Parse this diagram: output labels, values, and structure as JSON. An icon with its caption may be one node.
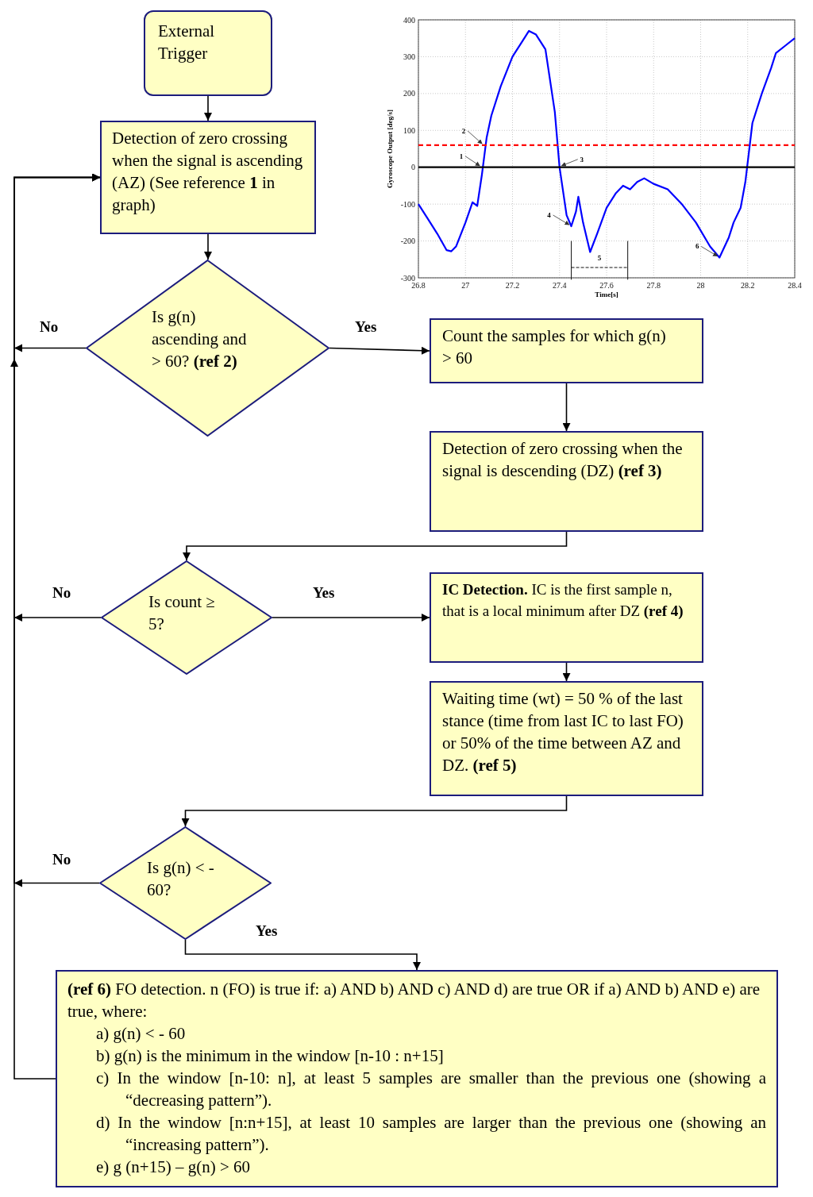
{
  "diagram": {
    "nodes": [
      {
        "text": [
          "External Trigger"
        ]
      },
      {
        "text": [
          "Detection of zero crossing when the signal is ascending (AZ) (See reference **1** in graph)"
        ]
      },
      {
        "text": [
          "Is g(n) ascending and > 60? **(ref 2)**"
        ]
      },
      {
        "text": [
          "Count the samples for which g(n) > 60"
        ]
      },
      {
        "text": [
          "Detection of zero crossing when the signal is descending (DZ) **(ref 3)**"
        ]
      },
      {
        "text": [
          "Is count ≥ 5?"
        ]
      },
      {
        "text": [
          "**IC Detection.** IC is the first sample n, that is a local minimum after DZ **(ref 4)**"
        ]
      },
      {
        "text": [
          "Waiting time (wt) = 50 % of the last stance (time from last IC to last FO) or 50% of the time between AZ and DZ. **(ref 5)**"
        ]
      },
      {
        "text": [
          "Is g(n) < - 60?"
        ]
      },
      {
        "text": [
          "**(ref 6)** FO detection. n (FO) is true if: a) AND b) AND c) AND d) are true OR if a) AND b) AND e) are true, where:",
          "a) g(n) < - 60",
          "b) g(n) is the minimum in the window [n-10 : n+15]",
          "c) In the window [n-10: n], at least 5 samples are smaller than the previous one (showing a “decreasing pattern”).",
          "d) In the window [n:n+15], at least 10 samples are larger than the previous one (showing an “increasing pattern”).",
          "e) g (n+15) – g(n) > 60"
        ]
      }
    ],
    "edges": [
      {
        "from": 0,
        "to": 1,
        "arrow": "to"
      },
      {
        "from": 1,
        "to": 2,
        "arrow": "to"
      },
      {
        "from": 2,
        "to": 3,
        "arrow": "to",
        "label": "Yes"
      },
      {
        "from": 2,
        "to": 1,
        "arrow": "to",
        "label": "No"
      },
      {
        "from": 3,
        "to": 4,
        "arrow": "to"
      },
      {
        "from": 4,
        "to": 5,
        "arrow": "to"
      },
      {
        "from": 5,
        "to": 6,
        "arrow": "to",
        "label": "Yes"
      },
      {
        "from": 5,
        "to": 1,
        "arrow": "to",
        "label": "No"
      },
      {
        "from": 6,
        "to": 7,
        "arrow": "to"
      },
      {
        "from": 7,
        "to": 8,
        "arrow": "to"
      },
      {
        "from": 8,
        "to": 9,
        "arrow": "to",
        "label": "Yes"
      },
      {
        "from": 8,
        "to": 1,
        "arrow": "to",
        "label": "No"
      },
      {
        "from": 9,
        "to": 1,
        "arrow": "to"
      }
    ],
    "chart_data": {
      "type": "line",
      "xlabel": "Time[s]",
      "ylabel": "Gyroscope Output [deg/s]",
      "xlim": [
        26.8,
        28.4
      ],
      "ylim": [
        -300,
        400
      ],
      "xticks": [
        26.8,
        27,
        27.2,
        27.4,
        27.6,
        27.8,
        28,
        28.2,
        28.4
      ],
      "yticks": [
        -300,
        -200,
        -100,
        0,
        100,
        200,
        300,
        400
      ],
      "x": [
        26.8,
        26.84,
        26.88,
        26.92,
        26.94,
        26.96,
        27.0,
        27.03,
        27.05,
        27.07,
        27.09,
        27.11,
        27.15,
        27.2,
        27.24,
        27.27,
        27.3,
        27.34,
        27.38,
        27.4,
        27.43,
        27.45,
        27.47,
        27.48,
        27.5,
        27.53,
        27.56,
        27.6,
        27.64,
        27.67,
        27.7,
        27.73,
        27.76,
        27.8,
        27.86,
        27.92,
        27.98,
        28.04,
        28.08,
        28.12,
        28.14,
        28.17,
        28.19,
        28.22,
        28.26,
        28.3,
        28.32,
        28.36,
        28.4
      ],
      "series": [
        {
          "color": "#0000ff",
          "values": [
            -100,
            -140,
            -180,
            -225,
            -228,
            -215,
            -150,
            -95,
            -105,
            -20,
            80,
            140,
            220,
            300,
            340,
            370,
            360,
            320,
            150,
            0,
            -130,
            -160,
            -120,
            -80,
            -150,
            -230,
            -180,
            -110,
            -70,
            -50,
            -60,
            -40,
            -30,
            -45,
            -60,
            -100,
            -150,
            -215,
            -245,
            -190,
            -150,
            -110,
            -40,
            120,
            200,
            270,
            310,
            330,
            350
          ]
        },
        {
          "color": "#ff0000",
          "line_style": "dashed",
          "values": [
            60,
            60,
            60,
            60,
            60,
            60,
            60,
            60,
            60,
            60,
            60,
            60,
            60,
            60,
            60,
            60,
            60,
            60,
            60,
            60,
            60,
            60,
            60,
            60,
            60,
            60,
            60,
            60,
            60,
            60,
            60,
            60,
            60,
            60,
            60,
            60,
            60,
            60,
            60,
            60,
            60,
            60,
            60,
            60,
            60,
            60,
            60,
            60,
            60
          ]
        },
        {
          "color": "#000000",
          "values": [
            0,
            0,
            0,
            0,
            0,
            0,
            0,
            0,
            0,
            0,
            0,
            0,
            0,
            0,
            0,
            0,
            0,
            0,
            0,
            0,
            0,
            0,
            0,
            0,
            0,
            0,
            0,
            0,
            0,
            0,
            0,
            0,
            0,
            0,
            0,
            0,
            0,
            0,
            0,
            0,
            0,
            0,
            0,
            0,
            0,
            0,
            0,
            0,
            0
          ]
        }
      ],
      "grid": true,
      "annotations": [
        {
          "text": "1",
          "x": 27.07,
          "y": 0
        },
        {
          "text": "2",
          "x": 27.08,
          "y": 60
        },
        {
          "text": "3",
          "x": 27.4,
          "y": 0
        },
        {
          "text": "4",
          "x": 27.45,
          "y": -160
        },
        "5",
        {
          "text": "6",
          "x": 28.08,
          "y": -245
        }
      ]
    }
  }
}
